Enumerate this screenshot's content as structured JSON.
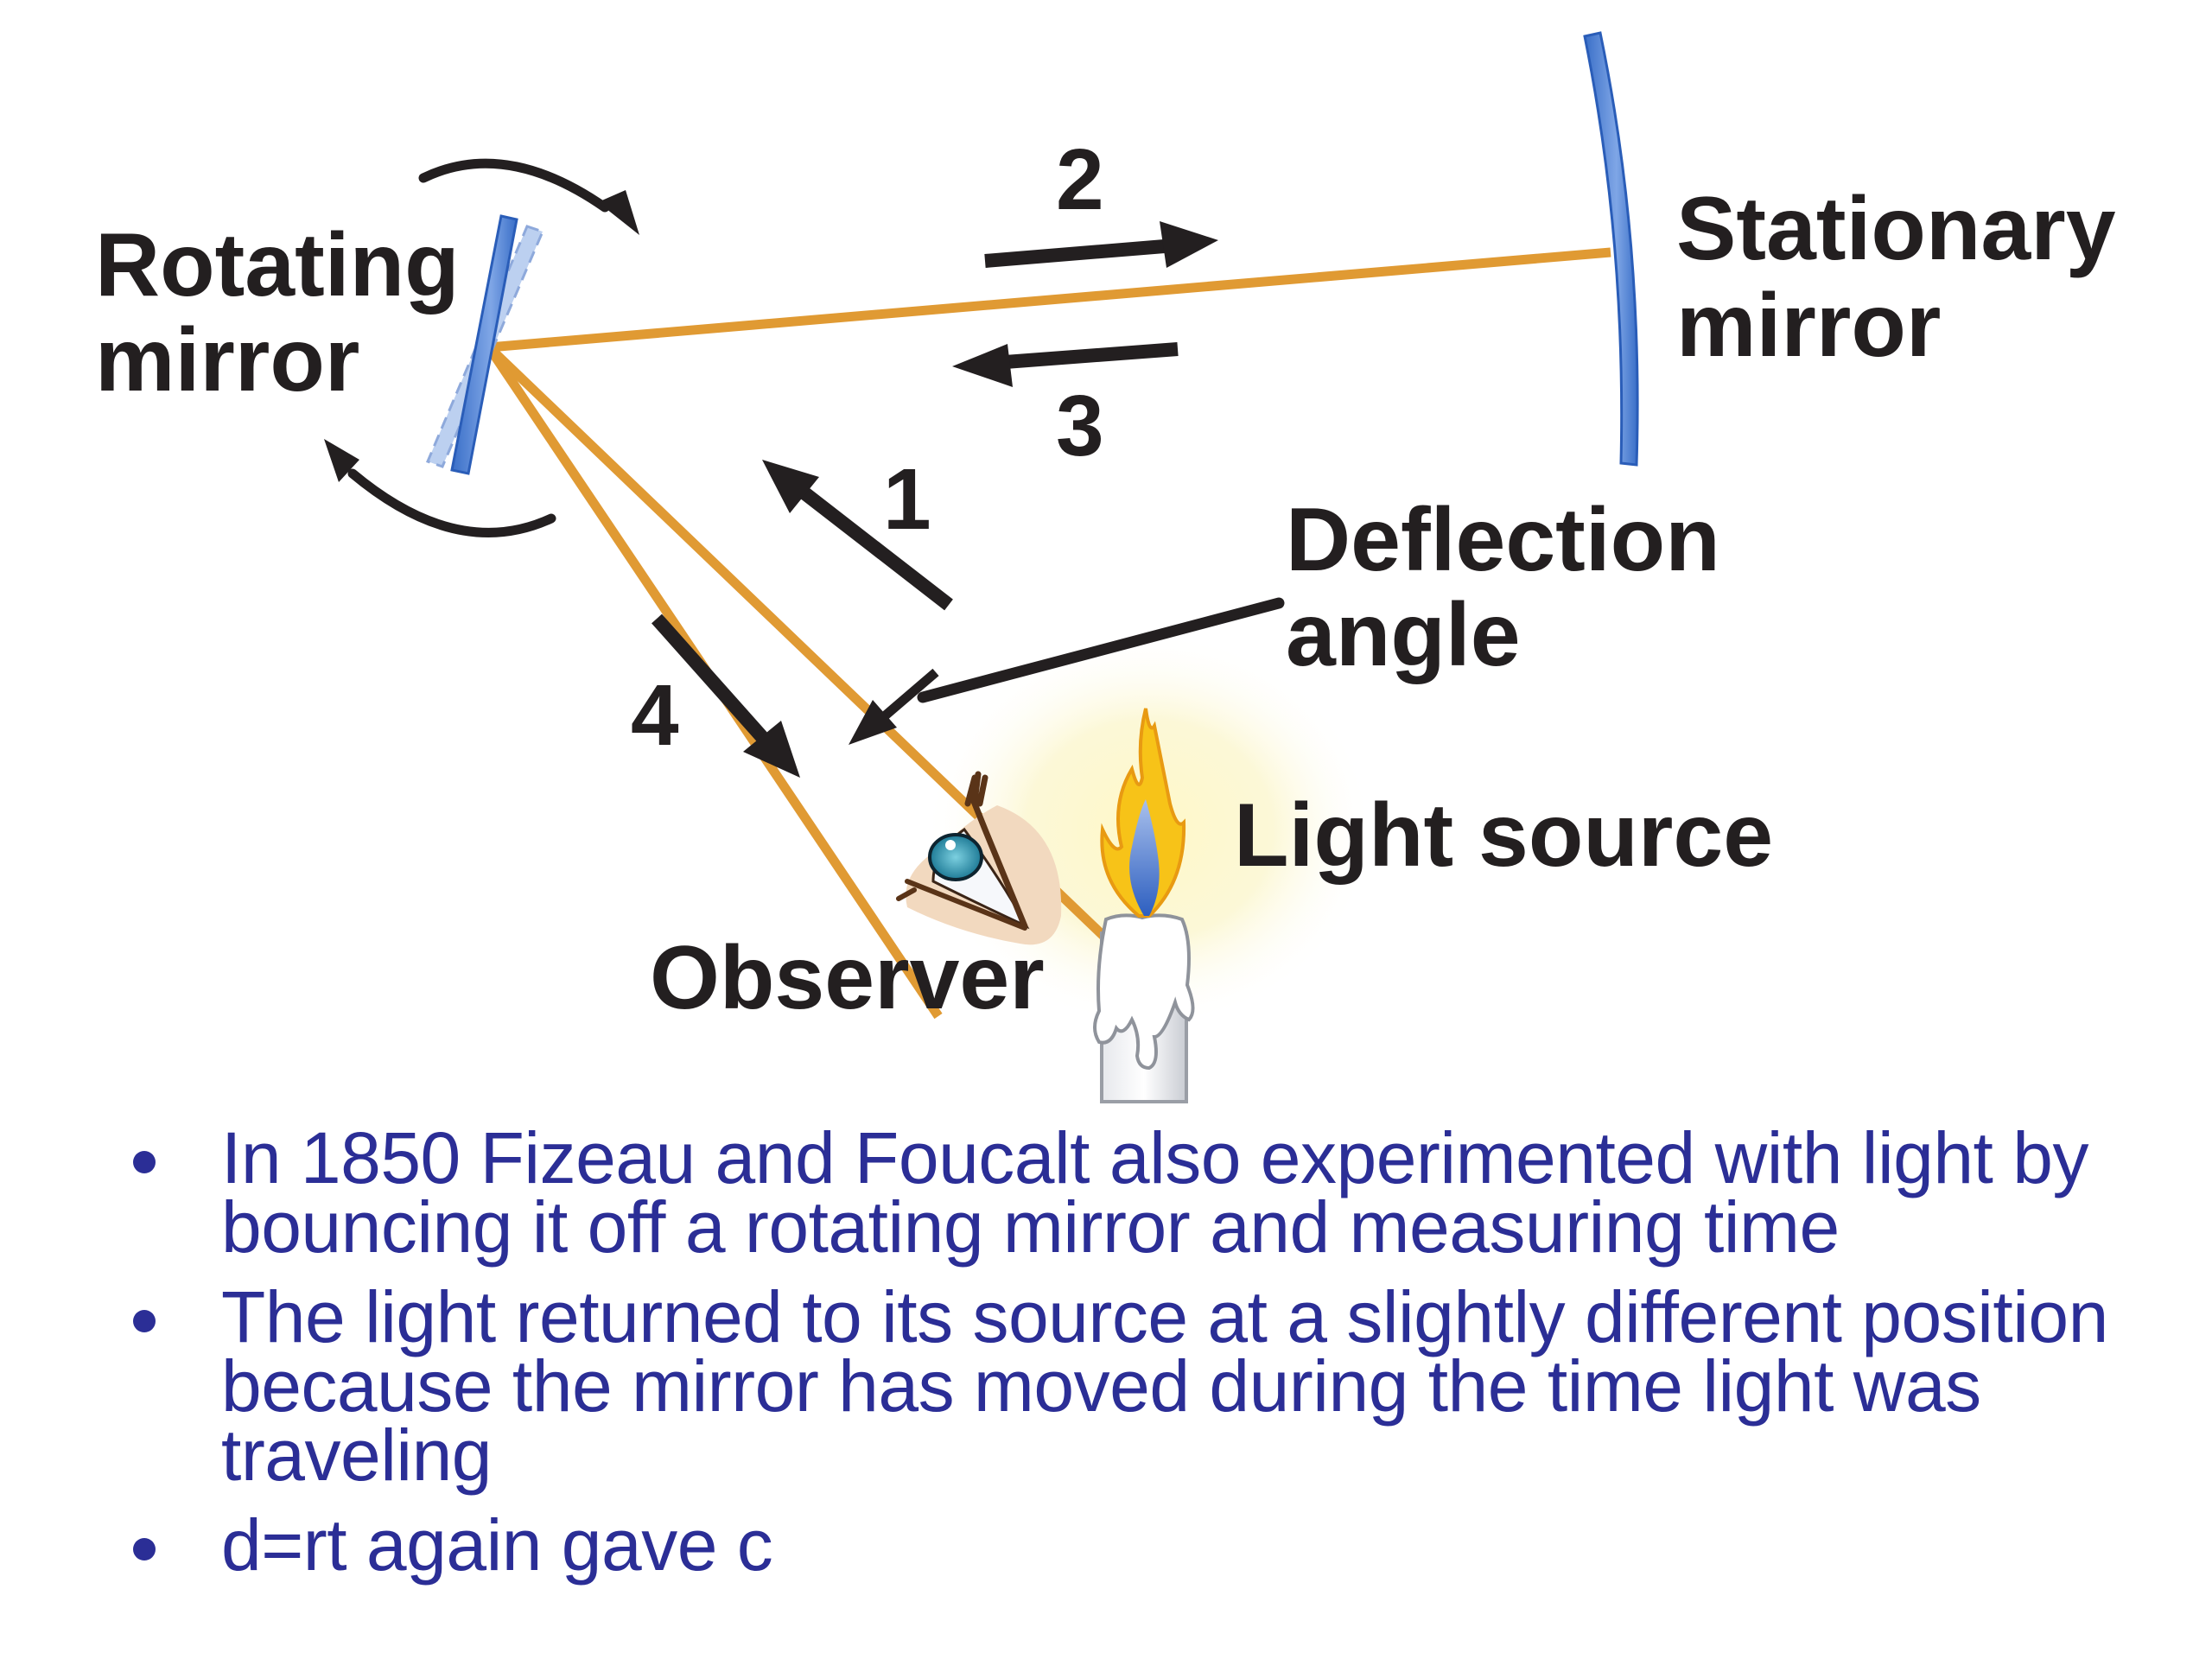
{
  "diagram": {
    "title": "Fizeau–Foucault rotating mirror experiment",
    "labels": {
      "rotating_mirror_line1": "Rotating",
      "rotating_mirror_line2": "mirror",
      "stationary_mirror_line1": "Stationary",
      "stationary_mirror_line2": "mirror",
      "deflection_angle_line1": "Deflection",
      "deflection_angle_line2": "angle",
      "light_source": "Light source",
      "observer": "Observer"
    },
    "step_numbers": {
      "step1": "1",
      "step2": "2",
      "step3": "3",
      "step4": "4"
    },
    "colors": {
      "beam": "#e09a33",
      "mirror": "#4a7fd0",
      "mirror_ghost": "#b9cbec",
      "arrow": "#231f20",
      "text": "#231f20",
      "glow": "#fbf3b0"
    }
  },
  "bullets": [
    {
      "text": "In 1850 Fizeau and Foucalt also experimented with light by bouncing it off a rotating mirror and measuring time"
    },
    {
      "text": "The light returned to its source at a slightly different position because the mirror has moved during the time light was traveling"
    },
    {
      "text": "d=rt again gave c"
    }
  ],
  "bullet_color": "#2b2e96"
}
